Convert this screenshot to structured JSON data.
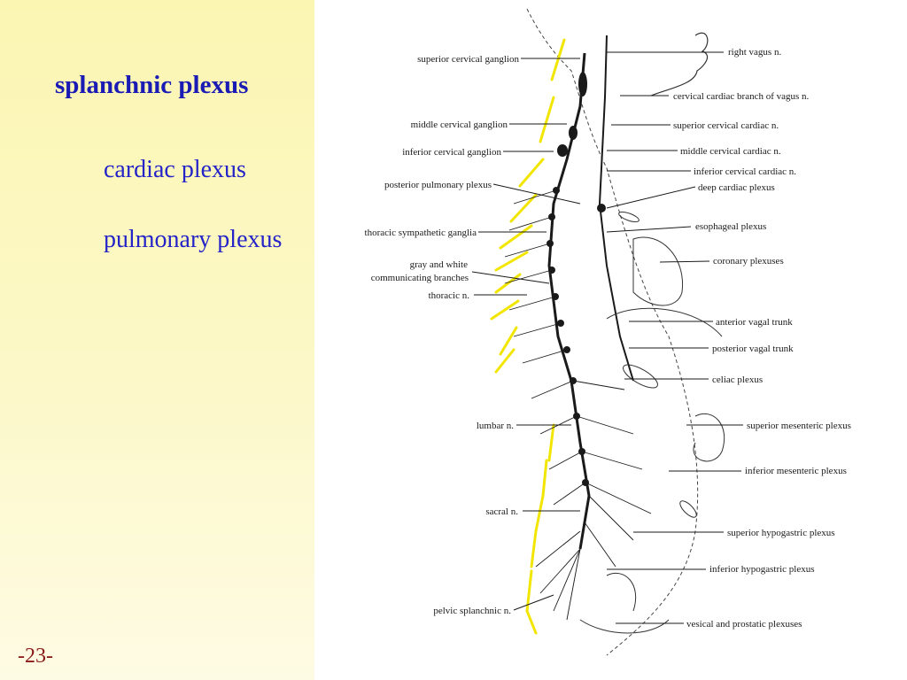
{
  "slide": {
    "title": "splanchnic plexus",
    "subtitle_1": "cardiac plexus",
    "subtitle_2": "pulmonary plexus",
    "page_number": "-23-"
  },
  "figure": {
    "left_labels": [
      "superior cervical ganglion",
      "middle cervical ganglion",
      "inferior cervical ganglion",
      "posterior pulmonary plexus",
      "thoracic sympathetic ganglia",
      "gray and white",
      "communicating branches",
      "thoracic n.",
      "lumbar n.",
      "sacral n.",
      "pelvic splanchnic n."
    ],
    "right_labels": [
      "right vagus n.",
      "cervical cardiac branch of vagus n.",
      "superior cervical cardiac n.",
      "middle cervical cardiac n.",
      "inferior cervical cardiac n.",
      "deep cardiac plexus",
      "esophageal plexus",
      "coronary plexuses",
      "anterior vagal trunk",
      "posterior vagal trunk",
      "celiac plexus",
      "superior mesenteric plexus",
      "inferior mesenteric plexus",
      "superior hypogastric plexus",
      "inferior hypogastric plexus",
      "vesical and prostatic plexuses"
    ],
    "colors": {
      "nerve": "#1a1a1a",
      "spinal_nerve_highlight": "#f2e600",
      "background": "#ffffff"
    }
  }
}
